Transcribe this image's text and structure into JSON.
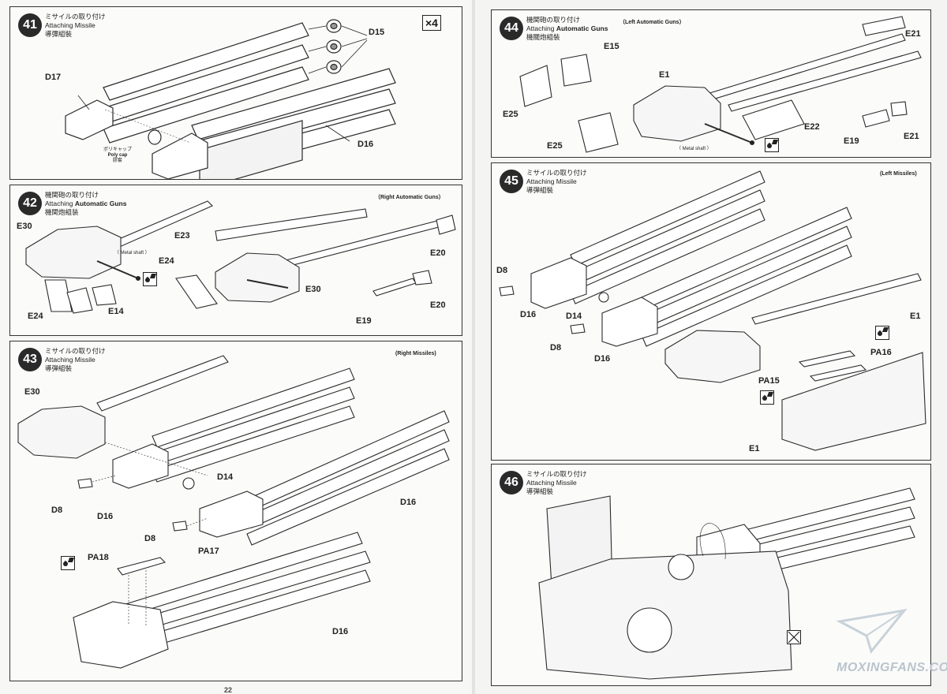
{
  "steps": {
    "s41": {
      "number": "41",
      "ja": "ミサイルの取り付け",
      "en": "Attaching Missile",
      "zh": "導彈組裝",
      "multiplier": "×4",
      "labels": {
        "d15": "D15",
        "d17": "D17",
        "d16": "D16"
      },
      "polycap": {
        "ja": "ポリキャップ",
        "en": "Poly cap",
        "zh": "膠套"
      }
    },
    "s42": {
      "number": "42",
      "ja": "機関砲の取り付け",
      "en_pre": "Attaching ",
      "en_bold": "Automatic Guns",
      "zh": "機関炮組装",
      "subtitle": "（Right Automatic Guns）",
      "metal_shaft": "（ Metal shaft ）",
      "labels": {
        "e30a": "E30",
        "e23": "E23",
        "e24a": "E24",
        "e24b": "E24",
        "e14": "E14",
        "e30b": "E30",
        "e20a": "E20",
        "e20b": "E20",
        "e19": "E19"
      }
    },
    "s43": {
      "number": "43",
      "ja": "ミサイルの取り付け",
      "en": "Attaching Missile",
      "zh": "導弾組裝",
      "subtitle": "(Right Missiles)",
      "labels": {
        "e30": "E30",
        "d14": "D14",
        "d8a": "D8",
        "d16a": "D16",
        "d8b": "D8",
        "d16b": "D16",
        "pa18": "PA18",
        "pa17": "PA17",
        "d16c": "D16"
      }
    },
    "s44": {
      "number": "44",
      "ja": "機関砲の取り付け",
      "en_pre": "Attaching ",
      "en_bold": "Automatic Guns",
      "zh": "機關炮組裝",
      "subtitle": "（Left Automatic Guns）",
      "metal_shaft": "（ Metal shaft ）",
      "labels": {
        "e15": "E15",
        "e1": "E1",
        "e21a": "E21",
        "e25a": "E25",
        "e25b": "E25",
        "e22": "E22",
        "e19": "E19",
        "e21b": "E21"
      }
    },
    "s45": {
      "number": "45",
      "ja": "ミサイルの取り付け",
      "en": "Attaching Missile",
      "zh": "導弾組裝",
      "subtitle": "(Left Missiles)",
      "labels": {
        "d8a": "D8",
        "d16a": "D16",
        "d14": "D14",
        "d8b": "D8",
        "d16b": "D16",
        "e1a": "E1",
        "pa16": "PA16",
        "pa15": "PA15",
        "e1b": "E1"
      }
    },
    "s46": {
      "number": "46",
      "ja": "ミサイルの取り付け",
      "en": "Attaching Missile",
      "zh": "導弾組裝"
    }
  },
  "page_number": "22",
  "watermark": "MOXINGFANS.COM"
}
